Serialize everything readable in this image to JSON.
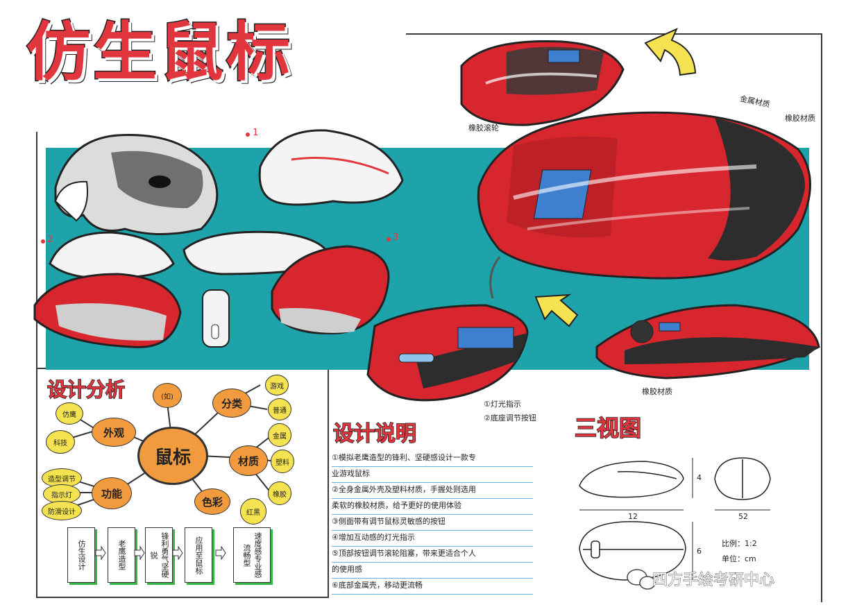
{
  "title": {
    "chars": [
      "仿",
      "生",
      "鼠",
      "标"
    ]
  },
  "callouts": {
    "rubber_wheel": "橡胶滚轮",
    "metal_material": "金属材质",
    "rubber_material_top": "橡胶材质",
    "rubber_material_bottom": "橡胶材质",
    "light_indicator": "①灯光指示",
    "bottom_adjust": "②底座调节按钮"
  },
  "sketch_numbers": [
    "1",
    "2",
    "3"
  ],
  "analysis": {
    "heading": "设计分析",
    "center": "鼠标",
    "branches": [
      {
        "label": "外观"
      },
      {
        "label": "分类"
      },
      {
        "label": "材质"
      },
      {
        "label": "功能"
      },
      {
        "label": "色彩"
      }
    ],
    "leaves": [
      "游戏",
      "普通",
      "金属",
      "塑料",
      "橡胶",
      "仿鹰",
      "科技",
      "造型调节",
      "指示灯",
      "防滑设计",
      "红黑"
    ],
    "tag_top": "(如)"
  },
  "flow": {
    "steps": [
      "仿生设计",
      "老鹰造型",
      "锋利勇气坚硬锐",
      "应用至鼠标",
      "速度感专业感流畅型"
    ]
  },
  "description": {
    "heading": "设计说明",
    "lines": [
      "①模拟老鹰造型的锋利、坚硬感设计一款专",
      "业游戏鼠标",
      "②全身金属外壳及塑料材质，手握处则选用",
      "柔软的橡胶材质，给予更好的使用体验",
      "③侧面带有调节鼠标灵敏感的按钮",
      "④增加互动感的灯光指示",
      "⑤顶部按钮调节滚轮阻塞，带来更适合个人",
      "的使用感",
      "⑥底部金属壳，移动更流畅"
    ]
  },
  "views": {
    "heading": "三视图",
    "dim_width": "12",
    "dim_back": "52",
    "dim_height_1": "4",
    "dim_height_2": "6",
    "scale": "比例：1:2",
    "unit": "单位：cm"
  },
  "watermark": "四方手绘考研中心",
  "colors": {
    "teal": "#1fa3aa",
    "red": "#e2363f",
    "orange": "#f19a3e",
    "yellow": "#f4e251",
    "blue_line": "#67b3e0",
    "green_shadow": "#38b54a"
  }
}
